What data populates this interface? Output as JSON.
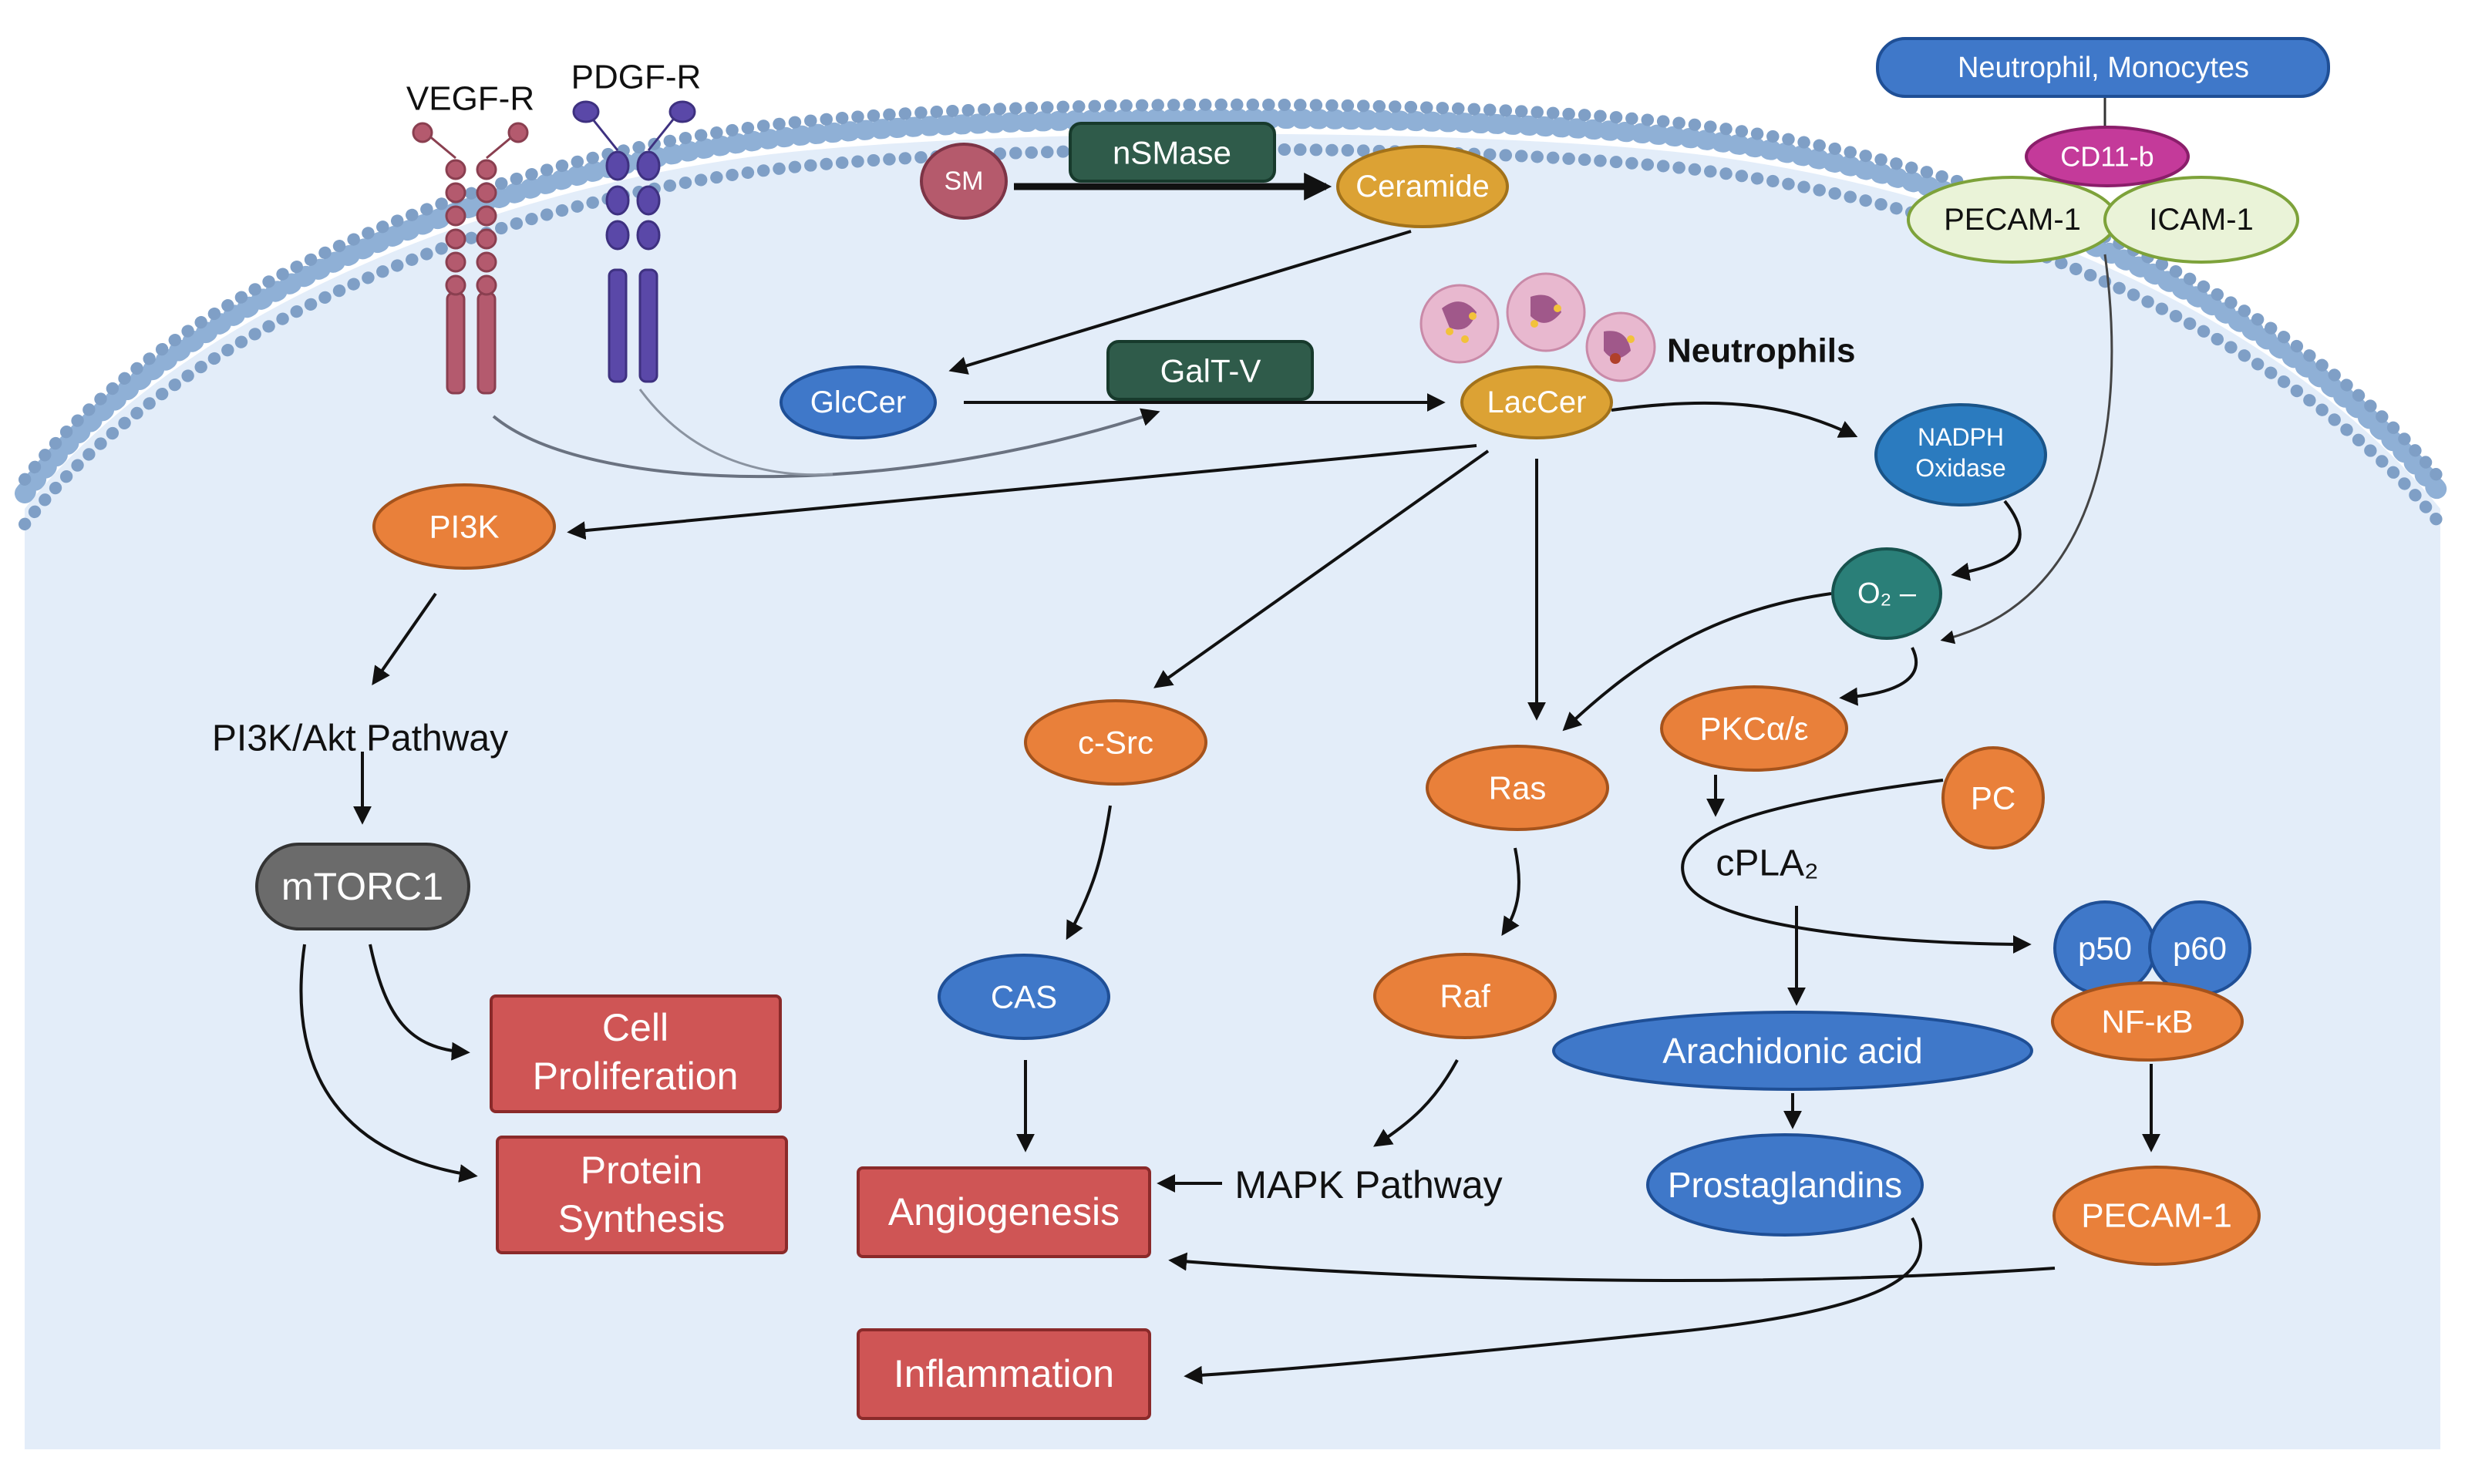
{
  "receptors": {
    "vegf": "VEGF-R",
    "pdgf": "PDGF-R"
  },
  "nodes": {
    "sm": "SM",
    "nsmase": "nSMase",
    "ceramide": "Ceramide",
    "glccer": "GlcCer",
    "galtv": "GalT-V",
    "laccer": "LacCer",
    "neutrophils": "Neutrophils",
    "nadph": [
      "NADPH",
      "Oxidase"
    ],
    "o2": "O₂ –",
    "pi3k": "PI3K",
    "pi3k_pathway": "PI3K/Akt Pathway",
    "mtorc1": "mTORC1",
    "csrc": "c-Src",
    "cas": "CAS",
    "ras": "Ras",
    "raf": "Raf",
    "mapk": "MAPK Pathway",
    "pkc": "PKCα/ε",
    "pc": "PC",
    "cpla2": "cPLA₂",
    "arachidonic": "Arachidonic acid",
    "prostaglandins": "Prostaglandins",
    "p50": "p50",
    "p60": "p60",
    "nfkb": "NF-κB",
    "pecam1_inner": "PECAM-1"
  },
  "outcomes": {
    "cell_proliferation": [
      "Cell",
      "Proliferation"
    ],
    "protein_synthesis": [
      "Protein",
      "Synthesis"
    ],
    "angiogenesis": "Angiogenesis",
    "inflammation": "Inflammation"
  },
  "top_right": {
    "neutrophil_monocytes": "Neutrophil, Monocytes",
    "cd11b": "CD11-b",
    "pecam1": "PECAM-1",
    "icam1": "ICAM-1"
  },
  "colors": {
    "orange": "#e9803a",
    "blue": "#3f78c9",
    "teal": "#2a7f78",
    "dark_green": "#2f5b4a",
    "red_box": "#cf5555",
    "yellow": "#dca234",
    "magenta": "#c43a9a",
    "gray": "#6b6b6b",
    "membrane_dot": "#7f9fc6",
    "cytoplasm": "#e2ecf8"
  }
}
